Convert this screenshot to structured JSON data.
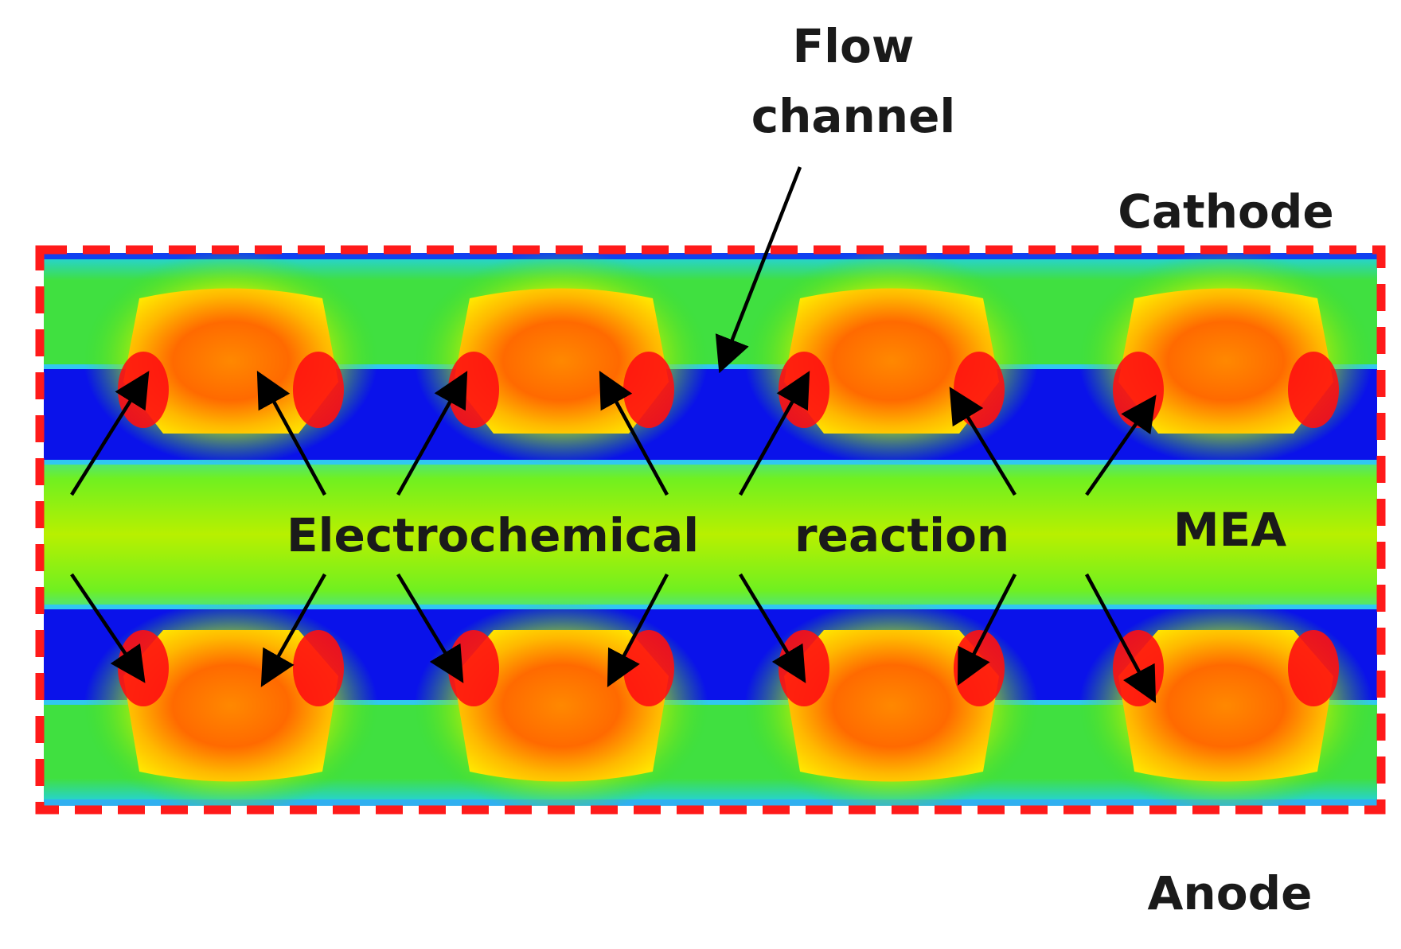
{
  "labels": {
    "flow_channel_line1": "Flow",
    "flow_channel_line2": "channel",
    "cathode": "Cathode",
    "anode": "Anode",
    "electrochemical": "Electrochemical",
    "reaction": "reaction",
    "mea": "MEA"
  },
  "colors": {
    "dashed_border": "#ff1a1a",
    "channel_blue": "#0a12ea",
    "hot_red": "#ff1010",
    "orange": "#ff8a00",
    "yellow": "#ffe400",
    "green": "#40e020",
    "mea_yellow_green": "#b4f000",
    "arrow": "#000000"
  }
}
